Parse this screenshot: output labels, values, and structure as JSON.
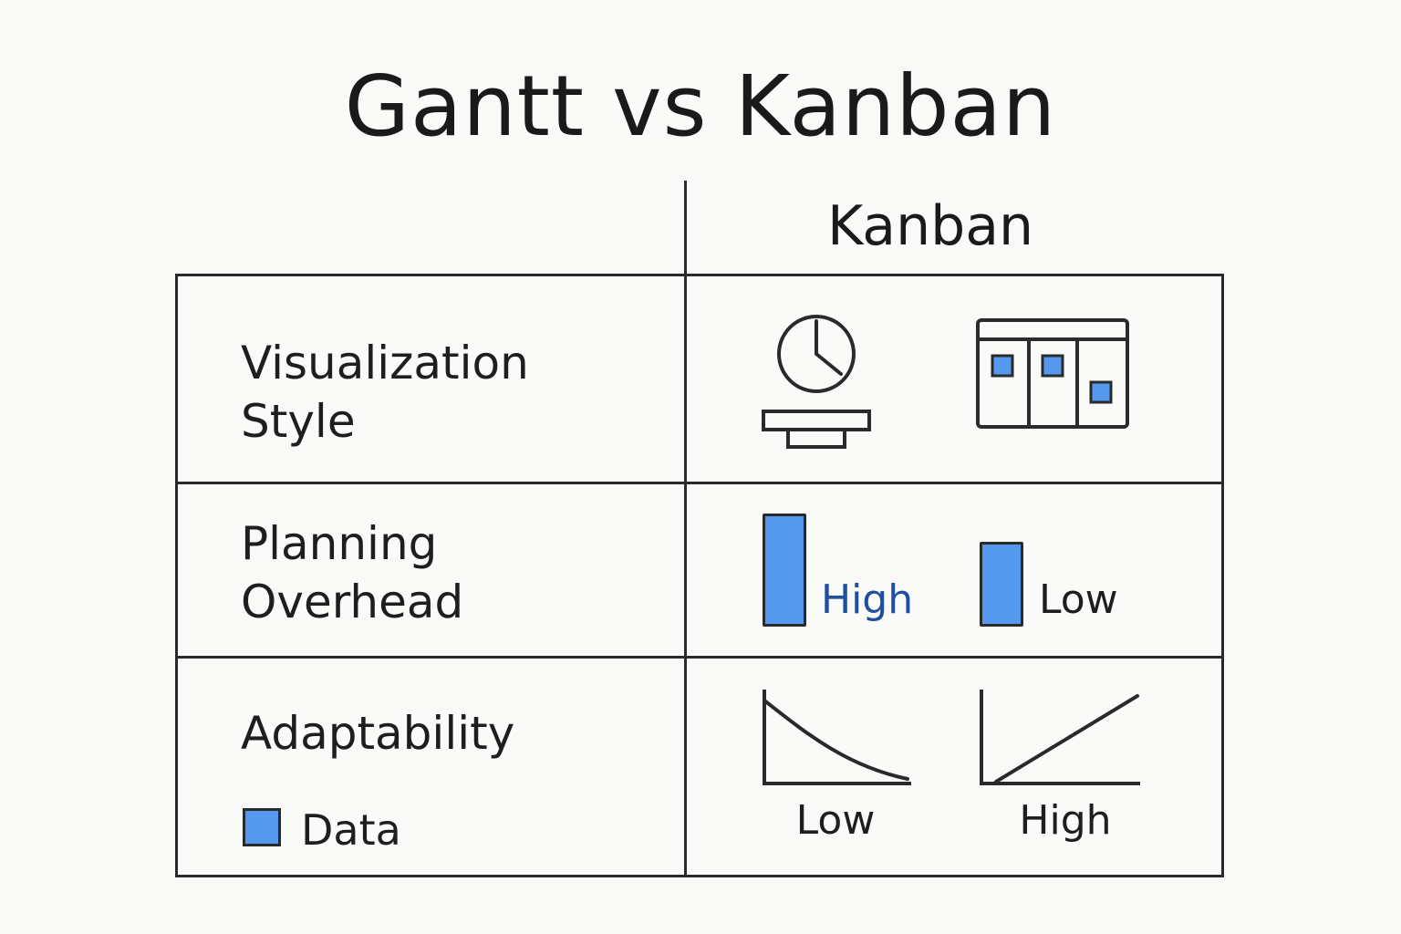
{
  "title": "Gantt vs Kanban",
  "column_header": "Kanban",
  "rows": [
    {
      "label_lines": [
        "Visualization",
        "Style"
      ],
      "icons": [
        "clock-on-stand-icon",
        "kanban-board-icon"
      ]
    },
    {
      "label_lines": [
        "Planning",
        "Overhead"
      ],
      "levels": [
        {
          "text": "High",
          "color": "#1f4fa0"
        },
        {
          "text": "Low",
          "color": "#1e1e1e"
        }
      ]
    },
    {
      "label_lines": [
        "Adaptability"
      ],
      "curves": [
        "decreasing-curve-icon",
        "increasing-line-icon"
      ],
      "levels": [
        {
          "text": "Low"
        },
        {
          "text": "High"
        }
      ]
    }
  ],
  "legend": {
    "label": "Data",
    "color": "#5599ee"
  },
  "colors": {
    "accent": "#5599ee",
    "line": "#2a2a2a",
    "high_text": "#1f4fa0"
  }
}
